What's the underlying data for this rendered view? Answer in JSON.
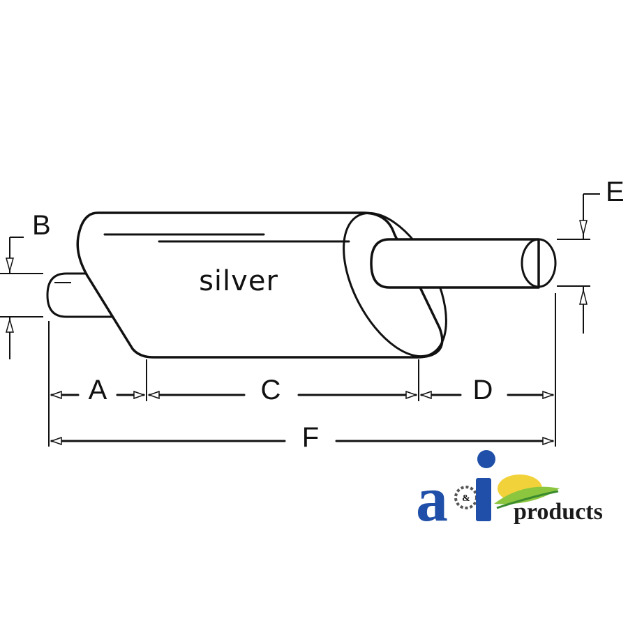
{
  "labels": {
    "a": "A",
    "b": "B",
    "c": "C",
    "d": "D",
    "e": "E",
    "f": "F",
    "finish": "silver"
  },
  "logo": {
    "wordmark": "a&i",
    "ampersand": "&",
    "products": "products",
    "brand_blue": "#1f4fa8",
    "brand_green": "#3a8a2e",
    "brand_yellow": "#f2d23a"
  },
  "colors": {
    "line": "#111111",
    "background": "#ffffff"
  }
}
